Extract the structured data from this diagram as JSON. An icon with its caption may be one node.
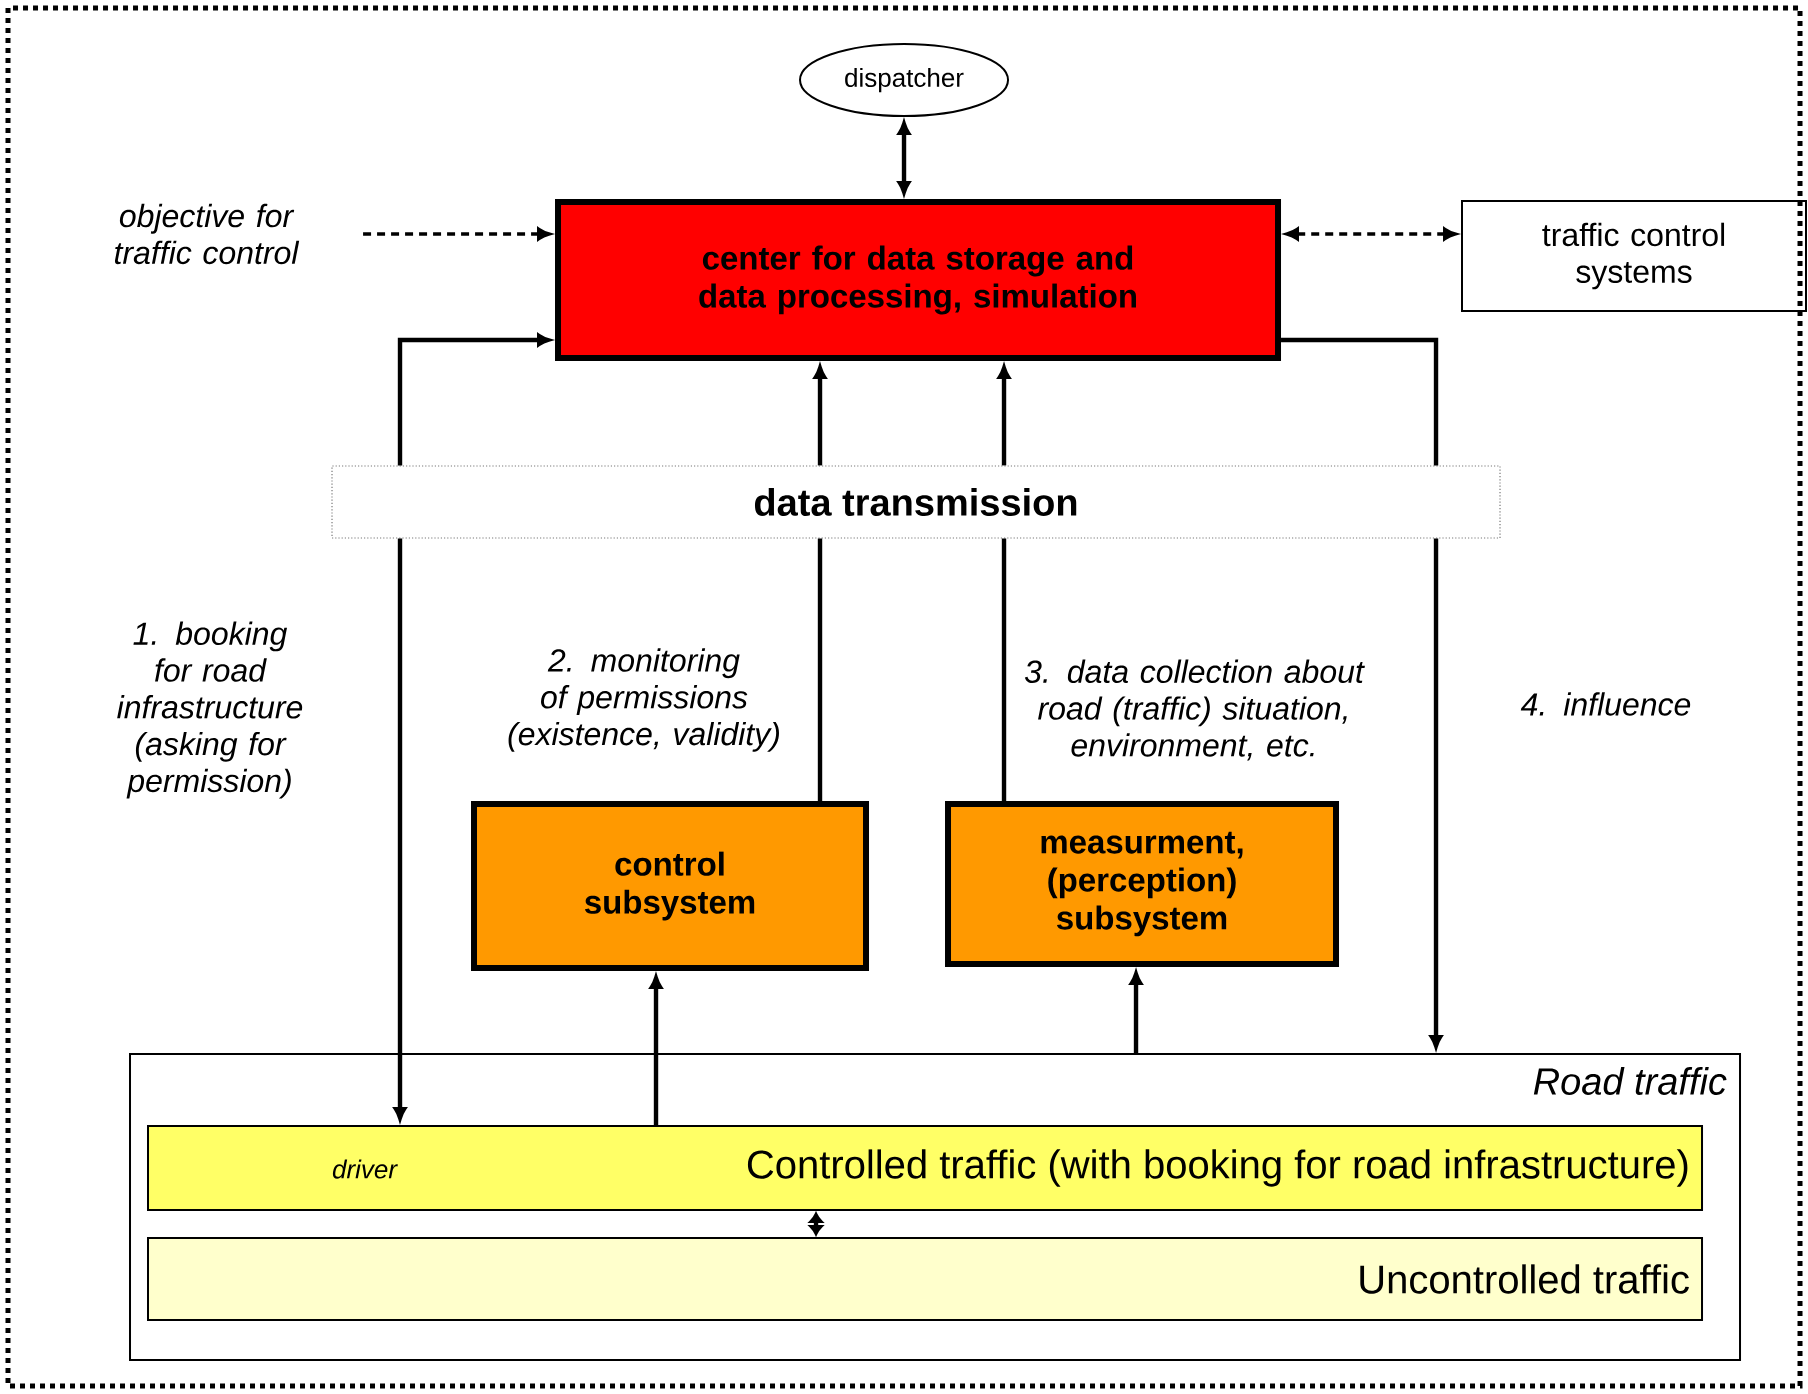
{
  "diagram": {
    "nodes": [
      {
        "text": [
          "dispatcher"
        ]
      },
      {
        "text": [
          "center for data storage and data processing, simulation"
        ]
      },
      {
        "text": [
          "objective for traffic control"
        ]
      },
      {
        "text": [
          "traffic control systems"
        ]
      },
      {
        "text": [
          "data transmission"
        ]
      },
      {
        "text": [
          "control subsystem"
        ]
      },
      {
        "text": [
          "measurment, (perception) subsystem"
        ]
      },
      {
        "text": [
          "Road traffic"
        ]
      },
      {
        "text": [
          "driver",
          "Controlled traffic (with booking for road infrastructure)"
        ],
        "in": 7
      },
      {
        "text": [
          "Uncontrolled traffic"
        ],
        "in": 7
      }
    ],
    "edges": [
      {
        "from": 0,
        "to": 1,
        "arrow": "both"
      },
      {
        "from": 2,
        "to": 1,
        "arrow": "to",
        "style": "dashed"
      },
      {
        "from": 1,
        "to": 3,
        "arrow": "both",
        "style": "dashed"
      },
      {
        "from": 4,
        "to": 1,
        "arrow": "to"
      },
      {
        "from": 4,
        "to": 8,
        "arrow": "to",
        "label": "1. booking for road infrastructure (asking for permission)"
      },
      {
        "from": 5,
        "to": 4,
        "arrow": "none",
        "label": "2. monitoring of permissions (existence, validity)"
      },
      {
        "from": 4,
        "to": 1,
        "arrow": "to"
      },
      {
        "from": 8,
        "to": 5,
        "arrow": "to"
      },
      {
        "from": 6,
        "to": 4,
        "arrow": "none",
        "label": "3. data collection about road (traffic) situation, environment, etc."
      },
      {
        "from": 4,
        "to": 1,
        "arrow": "to"
      },
      {
        "from": 7,
        "to": 6,
        "arrow": "to"
      },
      {
        "from": 1,
        "to": 4,
        "arrow": "none"
      },
      {
        "from": 4,
        "to": 7,
        "arrow": "to",
        "label": "4. influence"
      },
      {
        "from": 8,
        "to": 9,
        "arrow": "both"
      }
    ]
  }
}
